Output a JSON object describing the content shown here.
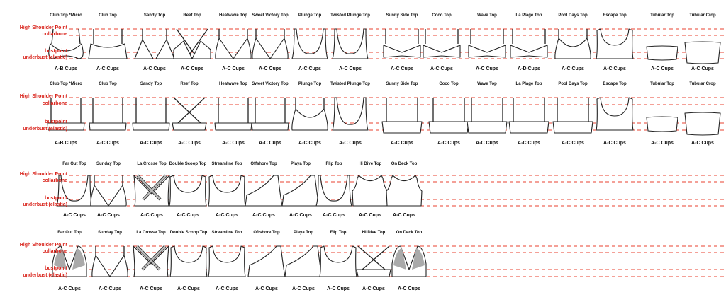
{
  "guide_labels": [
    "High Shoulder Point",
    "collarbone",
    "bustpoint",
    "underbust (elastic)"
  ],
  "colors": {
    "guide": "#e8412f",
    "label": "#d9251d",
    "ink": "#222222"
  },
  "rows": [
    {
      "view": "front",
      "items": [
        {
          "name": "Club Top *Micro",
          "cups": "A-B Cups",
          "shape": "micro"
        },
        {
          "name": "Club Top",
          "cups": "A-C Cups",
          "shape": "bra"
        },
        {
          "name": "Sandy Top",
          "cups": "A-C Cups",
          "shape": "triangle"
        },
        {
          "name": "Reef Top",
          "cups": "A-C Cups",
          "shape": "cross"
        },
        {
          "name": "Heatwave Top",
          "cups": "A-C Cups",
          "shape": "vneck"
        },
        {
          "name": "Sweet Victory Top",
          "cups": "A-C Cups",
          "shape": "vneck"
        },
        {
          "name": "Plunge Top",
          "cups": "A-C Cups",
          "shape": "plunge"
        },
        {
          "name": "Twisted Plunge Top",
          "cups": "A-C Cups",
          "shape": "plunge"
        },
        {
          "name": "Sunny Side Top",
          "cups": "A-C Cups",
          "shape": "bandeau"
        },
        {
          "name": "Coco Top",
          "cups": "A-C Cups",
          "shape": "bandeau"
        },
        {
          "name": "Wave Top",
          "cups": "A-C Cups",
          "shape": "bandeau"
        },
        {
          "name": "La Plage Top",
          "cups": "A-D Cups",
          "shape": "bandeau"
        },
        {
          "name": "Pool Days Top",
          "cups": "A-C Cups",
          "shape": "scoop"
        },
        {
          "name": "Escape Top",
          "cups": "A-C Cups",
          "shape": "wide"
        },
        {
          "name": "Tubular Top",
          "cups": "A-C Cups",
          "shape": "tube"
        },
        {
          "name": "Tubular Crop",
          "cups": "A-C Cups",
          "shape": "crop"
        }
      ]
    },
    {
      "view": "back",
      "items": [
        {
          "name": "Club Top *Micro",
          "cups": "A-B Cups",
          "shape": "back"
        },
        {
          "name": "Club Top",
          "cups": "A-C Cups",
          "shape": "back"
        },
        {
          "name": "Sandy Top",
          "cups": "A-C Cups",
          "shape": "back"
        },
        {
          "name": "Reef Top",
          "cups": "A-C Cups",
          "shape": "xback"
        },
        {
          "name": "Heatwave Top",
          "cups": "A-C Cups",
          "shape": "back"
        },
        {
          "name": "Sweet Victory Top",
          "cups": "A-C Cups",
          "shape": "back"
        },
        {
          "name": "Plunge Top",
          "cups": "A-C Cups",
          "shape": "scoop"
        },
        {
          "name": "Twisted Plunge Top",
          "cups": "A-C Cups",
          "shape": "plunge"
        },
        {
          "name": "Sunny Side Top",
          "cups": "A-C Cups",
          "shape": "backband"
        },
        {
          "name": "Coco Top",
          "cups": "A-C Cups",
          "shape": "backband"
        },
        {
          "name": "Wave Top",
          "cups": "A-C Cups",
          "shape": "backband"
        },
        {
          "name": "La Plage Top",
          "cups": "A-C Cups",
          "shape": "backband"
        },
        {
          "name": "Pool Days Top",
          "cups": "A-C Cups",
          "shape": "backband"
        },
        {
          "name": "Escape Top",
          "cups": "A-C Cups",
          "shape": "wide"
        },
        {
          "name": "Tubular Top",
          "cups": "A-C Cups",
          "shape": "tube"
        },
        {
          "name": "Tubular Crop",
          "cups": "A-C Cups",
          "shape": "crop"
        }
      ]
    },
    {
      "view": "front",
      "items": [
        {
          "name": "Far Out Top",
          "cups": "A-C Cups",
          "shape": "plunge"
        },
        {
          "name": "Sunday Top",
          "cups": "A-C Cups",
          "shape": "vneck"
        },
        {
          "name": "La Crosse Top",
          "cups": "A-C Cups",
          "shape": "xfront"
        },
        {
          "name": "Double Scoop Top",
          "cups": "A-C Cups",
          "shape": "wide"
        },
        {
          "name": "Streamline Top",
          "cups": "A-C Cups",
          "shape": "wide"
        },
        {
          "name": "Offshore Top",
          "cups": "A-C Cups",
          "shape": "oneshoulder"
        },
        {
          "name": "Playa Top",
          "cups": "A-C Cups",
          "shape": "oneshoulder"
        },
        {
          "name": "Flip Top",
          "cups": "A-C Cups",
          "shape": "plunge"
        },
        {
          "name": "Hi Dive Top",
          "cups": "A-C Cups",
          "shape": "halter"
        },
        {
          "name": "On Deck Top",
          "cups": "A-C Cups",
          "shape": "halter"
        }
      ]
    },
    {
      "view": "back",
      "items": [
        {
          "name": "Far Out Top",
          "cups": "A-C Cups",
          "shape": "racer"
        },
        {
          "name": "Sunday Top",
          "cups": "A-C Cups",
          "shape": "vneck"
        },
        {
          "name": "La Crosse Top",
          "cups": "A-C Cups",
          "shape": "xfront"
        },
        {
          "name": "Double Scoop Top",
          "cups": "A-C Cups",
          "shape": "wide"
        },
        {
          "name": "Streamline Top",
          "cups": "A-C Cups",
          "shape": "wide"
        },
        {
          "name": "Offshore Top",
          "cups": "A-C Cups",
          "shape": "oneshoulder"
        },
        {
          "name": "Playa Top",
          "cups": "A-C Cups",
          "shape": "oneshoulder"
        },
        {
          "name": "Flip Top",
          "cups": "A-C Cups",
          "shape": "wide"
        },
        {
          "name": "Hi Dive Top",
          "cups": "A-C Cups",
          "shape": "xback"
        },
        {
          "name": "On Deck Top",
          "cups": "A-C Cups",
          "shape": "racer"
        }
      ]
    }
  ]
}
